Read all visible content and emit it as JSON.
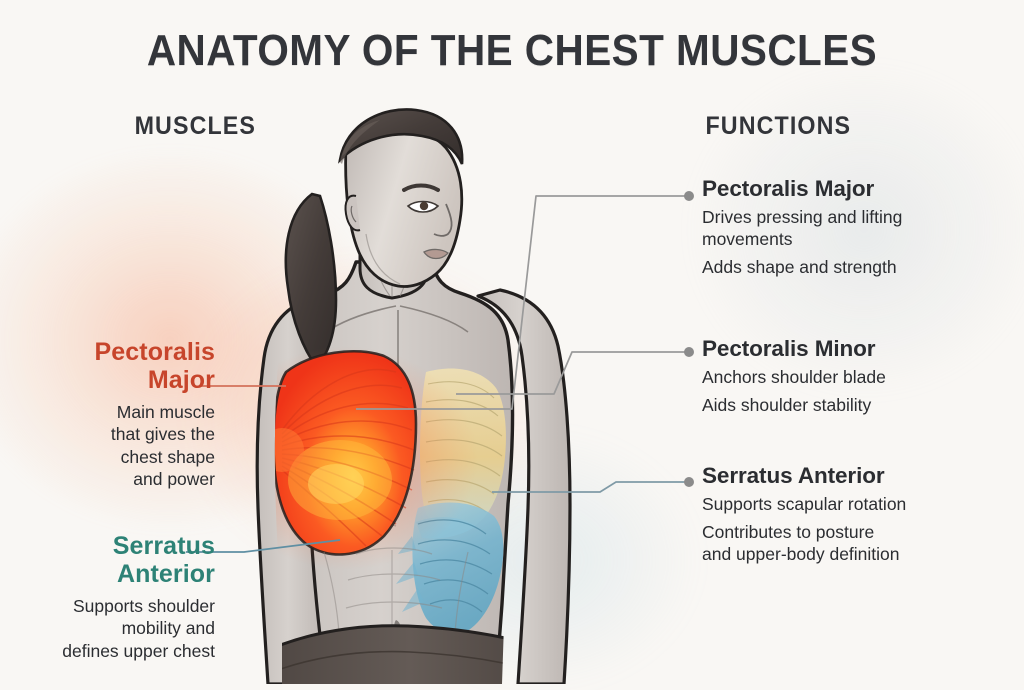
{
  "header": {
    "title": "ANATOMY OF THE CHEST MUSCLES",
    "left_column_heading": "MUSCLES",
    "right_column_heading": "FUNCTIONS"
  },
  "colors": {
    "background": "#f9f7f4",
    "title_text": "#33353a",
    "body_text": "#2b2d31",
    "pectoralis_major_accent": "#c7452b",
    "serratus_anterior_accent": "#2d8276",
    "leader_line": "#9a9a9a",
    "leader_line_warm": "#d96a4e",
    "leader_line_cool": "#5f8fa3",
    "muscle_pec_major_fill": "#f4411f",
    "muscle_pec_major_highlight": "#ffc24a",
    "muscle_pec_minor_fill": "#e8cf92",
    "muscle_serratus_fill": "#6fb2cc",
    "skin": "#cfc9c5",
    "hair": "#4a4340",
    "shorts": "#5d5450",
    "outline": "#23201f"
  },
  "left_labels": [
    {
      "id": "pectoralis-major",
      "title_line1": "Pectoralis",
      "title_line2": "Major",
      "description": "Main muscle\nthat gives the\nchest shape\nand power",
      "accent": "#c7452b"
    },
    {
      "id": "serratus-anterior",
      "title_line1": "Serratus",
      "title_line2": "Anterior",
      "description": "Supports shoulder\nmobility and\ndefines upper chest",
      "accent": "#2d8276"
    }
  ],
  "right_functions": [
    {
      "id": "pectoralis-major",
      "title": "Pectoralis Major",
      "lines": [
        "Drives pressing and lifting\nmovements",
        "Adds shape and strength"
      ]
    },
    {
      "id": "pectoralis-minor",
      "title": "Pectoralis Minor",
      "lines": [
        "Anchors shoulder blade",
        "Aids shoulder stability"
      ]
    },
    {
      "id": "serratus-anterior",
      "title": "Serratus Anterior",
      "lines": [
        "Supports scapular rotation",
        "Contributes to posture\nand upper-body definition"
      ]
    }
  ],
  "figure": {
    "subject": "female-torso-anterior-view",
    "highlighted_muscles": [
      {
        "name": "Pectoralis Major",
        "color": "#f4411f",
        "region": "right-chest-fan"
      },
      {
        "name": "Pectoralis Minor",
        "color": "#e8cf92",
        "region": "left-upper-ribcage"
      },
      {
        "name": "Serratus Anterior",
        "color": "#6fb2cc",
        "region": "left-lateral-ribs"
      }
    ]
  }
}
